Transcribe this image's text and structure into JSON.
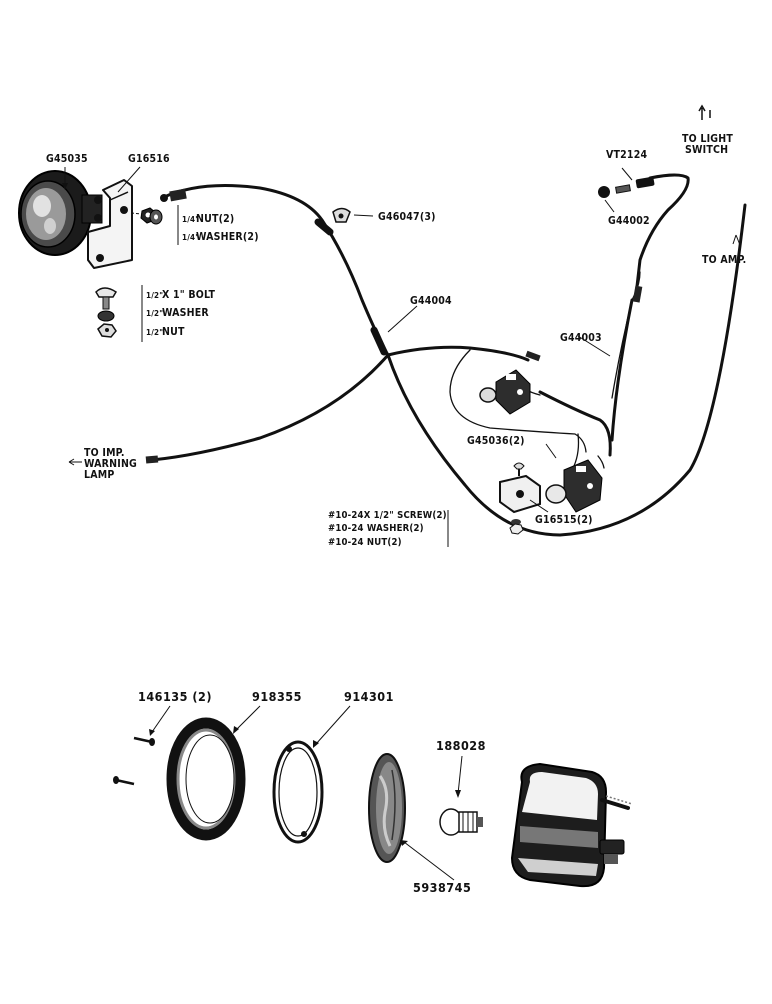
{
  "labels": {
    "gauge": "G45035",
    "bracket": "G16516",
    "nut": "NUT(2)",
    "washer": "WASHER(2)",
    "frac_quarter": "1/4\"",
    "clip": "G46047(3)",
    "bolt": "X 1\" BOLT",
    "bolt_washer": "WASHER",
    "bolt_nut": "NUT",
    "frac_half": "1/2\"",
    "harness": "G44004",
    "to_imp_1": "TO IMP.",
    "to_imp_2": "WARNING",
    "to_imp_3": "LAMP",
    "plug": "VT2124",
    "to_light_1": "TO LIGHT",
    "to_light_2": "SWITCH",
    "wire_2": "G44002",
    "to_amp": "TO AMP.",
    "wire_3": "G44003",
    "switch": "G45036(2)",
    "switch_bracket": "G16515(2)",
    "screw": "#10-24X 1/2\" SCREW(2)",
    "screw_washer": "#10-24 WASHER(2)",
    "screw_nut": "#10-24 NUT(2)"
  },
  "lamp_labels": {
    "screws": "146135 (2)",
    "rim": "918355",
    "gasket": "914301",
    "bulb": "188028",
    "lens": "5938745"
  },
  "icons": [
    "gauge-icon",
    "bracket-icon",
    "nut-icon",
    "washer-icon",
    "bolt-icon",
    "clip-icon",
    "toggle-switch-icon",
    "switch-bracket-icon",
    "screw-icon",
    "plug-icon",
    "lamp-rim-icon",
    "gasket-icon",
    "lens-icon",
    "bulb-icon",
    "lamp-housing-icon"
  ]
}
